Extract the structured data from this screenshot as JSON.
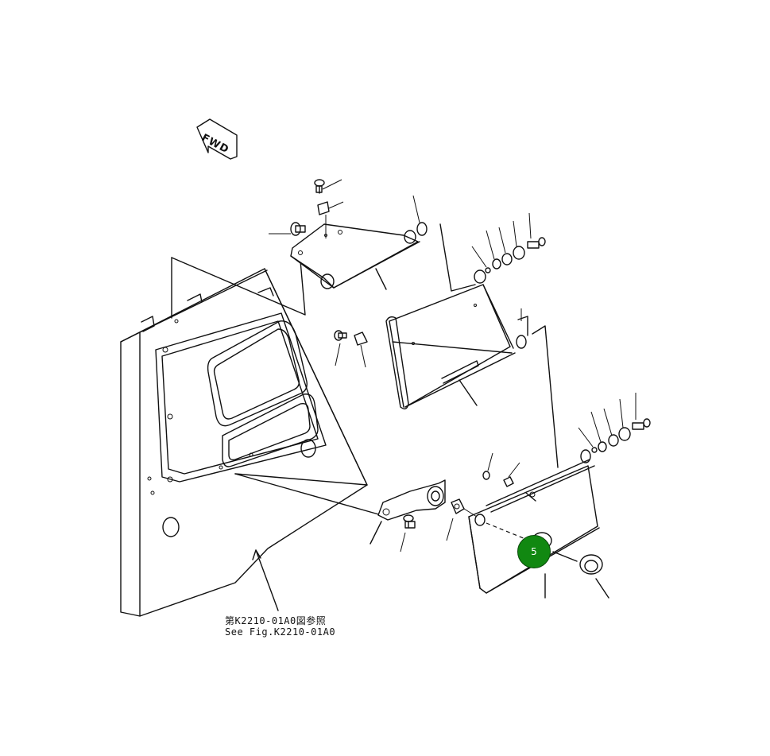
{
  "diagram": {
    "direction_label": "FWD",
    "reference_text_jp": "第K2210-01A0図参照",
    "reference_text_en": "See Fig.K2210-01A0",
    "callouts": [
      {
        "label": "5"
      }
    ]
  },
  "colors": {
    "line": "#111111",
    "callout_fill": "#118811",
    "callout_border": "#0a4a0a",
    "background": "#ffffff"
  }
}
